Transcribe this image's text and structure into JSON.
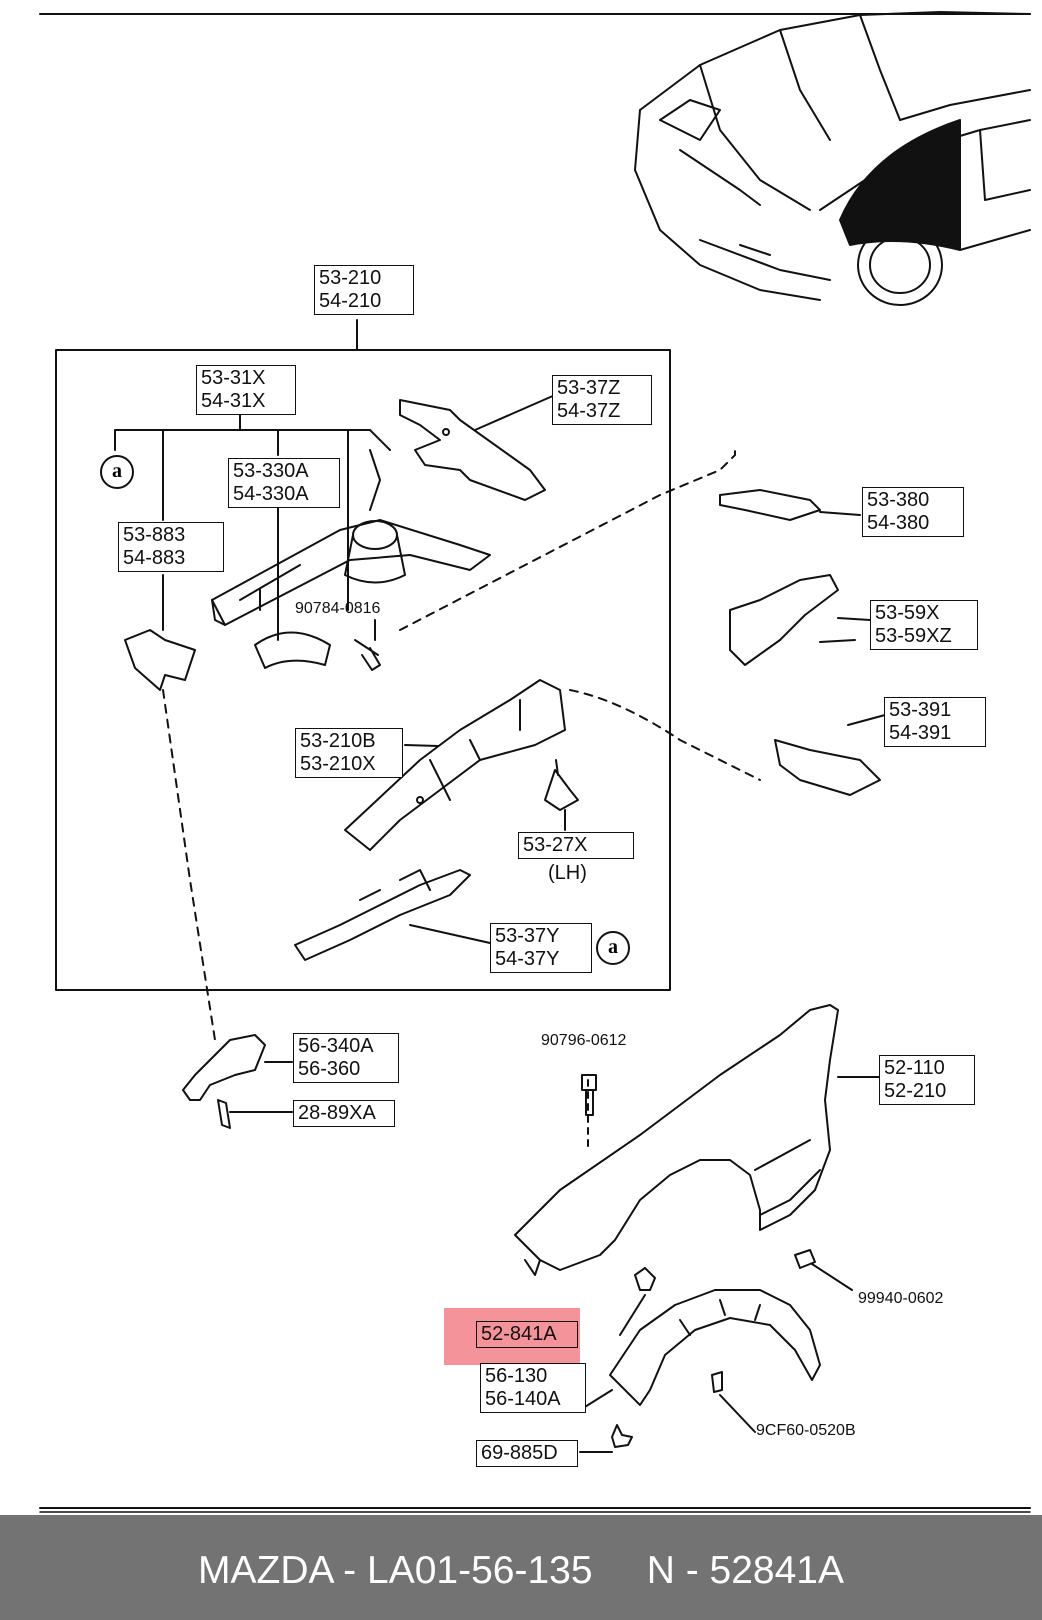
{
  "labels": {
    "main_group": [
      "53-210",
      "54-210"
    ],
    "rail_31x": [
      "53-31X",
      "54-31X"
    ],
    "rail_37z": [
      "53-37Z",
      "54-37Z"
    ],
    "bracket_330a": [
      "53-330A",
      "54-330A"
    ],
    "bracket_883": [
      "53-883",
      "54-883"
    ],
    "bolt_90784": "90784-0816",
    "panel_380": [
      "53-380",
      "54-380"
    ],
    "panel_59x": [
      "53-59X",
      "53-59XZ"
    ],
    "panel_391": [
      "53-391",
      "54-391"
    ],
    "apron_210b": [
      "53-210B",
      "53-210X"
    ],
    "bracket_27x": "53-27X",
    "lh_note": "(LH)",
    "member_37y": [
      "53-37Y",
      "54-37Y"
    ],
    "callout_a": "a",
    "bracket_340a": [
      "56-340A",
      "56-360"
    ],
    "bolt_2889xa": "28-89XA",
    "bolt_90796": "90796-0612",
    "fender_110": [
      "52-110",
      "52-210"
    ],
    "nut_99940": "99940-0602",
    "bracket_841a": "52-841A",
    "liner_130": [
      "56-130",
      "56-140A"
    ],
    "screw_9cf60": "9CF60-0520B",
    "clip_885d": "69-885D"
  },
  "highlight": {
    "label": "52-841A",
    "color": "#ee505a"
  },
  "footer": {
    "text": "MAZDA - LA01-56-135     N - 52841A",
    "background": "#737373",
    "color": "#ffffff"
  }
}
